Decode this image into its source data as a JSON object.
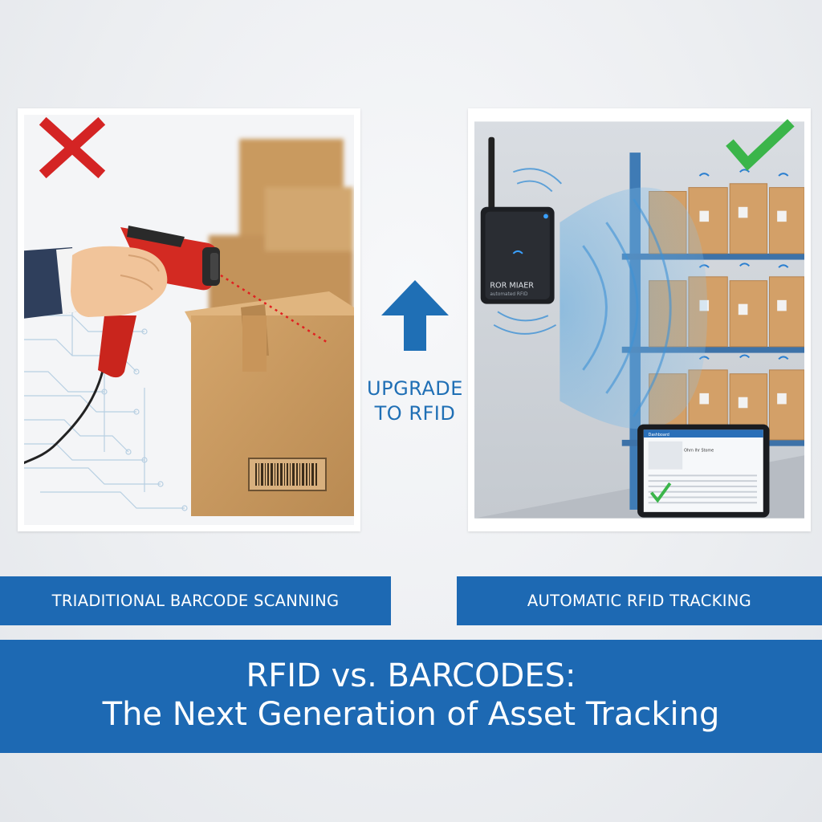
{
  "upgrade": {
    "label_line1": "UPGRADE",
    "label_line2": "TO RFID",
    "arrow_icon": "arrow-up-icon"
  },
  "labels": {
    "left": "TRIADITIONAL BARCODE SCANNING",
    "right": "AUTOMATIC RFID TRACKING"
  },
  "title": {
    "line1": "RFID vs. BARCODES:",
    "line2": "The Next Generation of Asset Tracking"
  },
  "left_panel": {
    "status_icon": "cross-icon"
  },
  "right_panel": {
    "status_icon": "check-icon",
    "reader_label": "ROR MIAER",
    "reader_sublabel": "automated RFID",
    "tablet_header": "Dashboard",
    "tablet_panel_title": "Ohrn Ihr Stome"
  },
  "colors": {
    "brand_blue": "#1d69b3",
    "cross_red": "#d42424",
    "check_green": "#3bb54a",
    "box_brown": "#c89a62"
  }
}
